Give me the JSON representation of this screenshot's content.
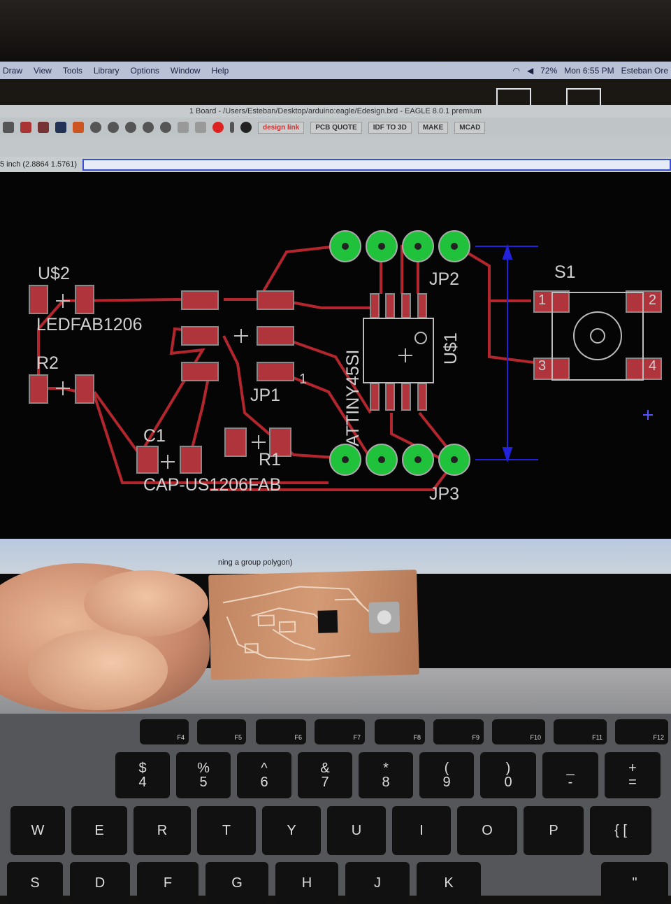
{
  "menu": {
    "items": [
      "Draw",
      "View",
      "Tools",
      "Library",
      "Options",
      "Window",
      "Help"
    ],
    "battery": "72%",
    "clock": "Mon 6:55 PM",
    "user": "Esteban Ore"
  },
  "window": {
    "title": "1 Board - /Users/Esteban/Desktop/arduino:eagle/Edesign.brd - EAGLE 8.0.1 premium"
  },
  "toolbar": {
    "design_link": "design link",
    "pcb_quote": "PCB QUOTE",
    "idf": "IDF TO 3D",
    "make": "MAKE",
    "mcad": "MCAD"
  },
  "status": {
    "coords": "5 inch (2.8864 1.5761)",
    "message": "ning a group polygon)"
  },
  "board": {
    "labels": {
      "u2": "U$2",
      "led": "LEDFAB1206",
      "r2": "R2",
      "c1": "C1",
      "cap": "CAP-US1206FAB",
      "r1": "R1",
      "jp1": "JP1",
      "jp1_pin": "1",
      "chip": "ATTINY45SI",
      "u1": "U$1",
      "jp2": "JP2",
      "jp3": "JP3",
      "s1": "S1",
      "p1": "1",
      "p2": "2",
      "p3": "3",
      "p4": "4"
    }
  },
  "keyboard": {
    "fkeys": [
      "F4",
      "F5",
      "F6",
      "F7",
      "F8",
      "F9",
      "F10",
      "F11",
      "F12"
    ],
    "numbers": [
      [
        "$",
        "4"
      ],
      [
        "%",
        "5"
      ],
      [
        "^",
        "6"
      ],
      [
        "&",
        "7"
      ],
      [
        "*",
        "8"
      ],
      [
        "(",
        "9"
      ],
      [
        ")",
        "0"
      ],
      [
        "_",
        "-"
      ],
      [
        "+",
        "="
      ]
    ],
    "letters": [
      "W",
      "E",
      "R",
      "T",
      "Y",
      "U",
      "I",
      "O",
      "P",
      "{ ["
    ],
    "home": [
      "S",
      "D",
      "F",
      "G",
      "H",
      "J",
      "K",
      "\""
    ]
  },
  "colors": {
    "trace": "#b3262e",
    "pad": "#c0393f",
    "via": "#1fc23a",
    "dimension": "#2222dd"
  }
}
